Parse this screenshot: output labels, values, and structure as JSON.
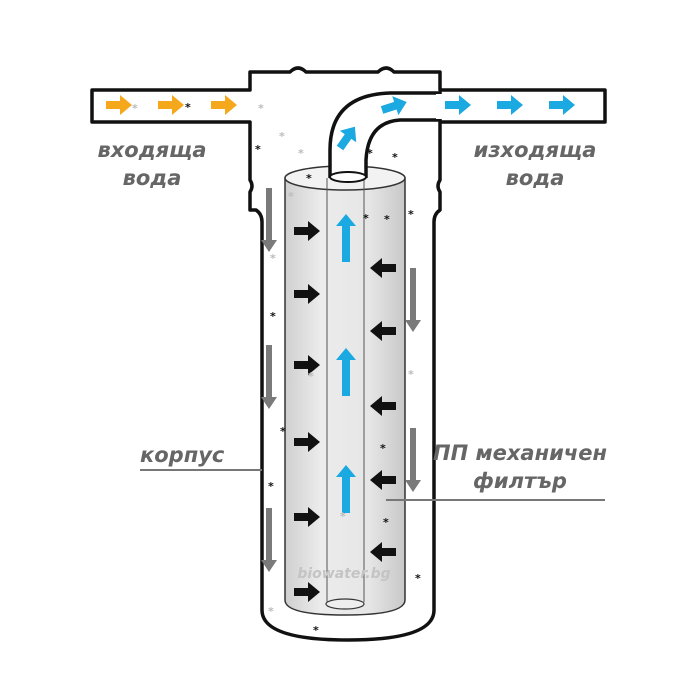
{
  "labels": {
    "inlet_line1": "входяща",
    "inlet_line2": "вода",
    "outlet_line1": "изходяща",
    "outlet_line2": "вода",
    "housing": "корпус",
    "filter_line1": "ПП механичен",
    "filter_line2": "филтър"
  },
  "watermark": "biowater.bg",
  "colors": {
    "inlet_arrow": "#f5a81c",
    "clean_arrow": "#1aa9e0",
    "flow_arrow": "#111111",
    "down_arrow": "#7a7a7a",
    "outline": "#111111",
    "filter_fill": "#e2e2e2"
  }
}
